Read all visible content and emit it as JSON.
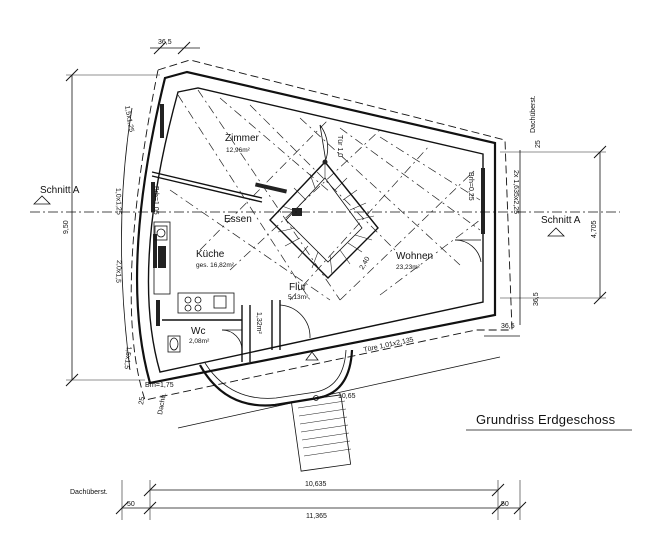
{
  "title": "Grundriss Erdgeschoss",
  "section_left": "Schnitt A",
  "section_right": "Schnitt A",
  "rooms": {
    "zimmer": {
      "name": "Zimmer",
      "area": "12,96m²"
    },
    "essen": {
      "name": "Essen"
    },
    "kueche": {
      "name": "Küche",
      "area": "ges. 16,82m²"
    },
    "wohnen": {
      "name": "Wohnen",
      "area": "23,23m²"
    },
    "flur": {
      "name": "Flur",
      "area": "5,13m²"
    },
    "wc": {
      "name": "Wc",
      "area": "2,08m²"
    }
  },
  "labels": {
    "dachueberst_top": "Dachüberst.",
    "dachueberst_bottom": "Dachüberst.",
    "dachue_left": "Dachü.",
    "door": "Türe 1,01x2,135",
    "brh_kitchen": "Brh=1,05",
    "brh_wall": "Brh=1,75",
    "brh_right": "Brh=0,25",
    "tuer_top": "Tür 1,0",
    "win_top_left": "1,5x1,25",
    "win_left_1": "1,0x1,25",
    "win_left_2": "2,0x1,5",
    "win_left_3": "1,5x1,5",
    "win_right": "2x 1,635x2,25",
    "dim_250": "1,32m²"
  },
  "dimensions": {
    "top_36_5": "36,5",
    "left_9_50": "9,50",
    "right_4_705": "4,705",
    "right_36_5": "36,5",
    "right_36_5b": "36,5",
    "right_25": "25",
    "left_25": "25",
    "stair_2_40": "2,40",
    "width_10_65": "10,65",
    "width_10_635": "10,635",
    "width_11_365": "11,365",
    "left_50": "50",
    "right_50": "50"
  }
}
